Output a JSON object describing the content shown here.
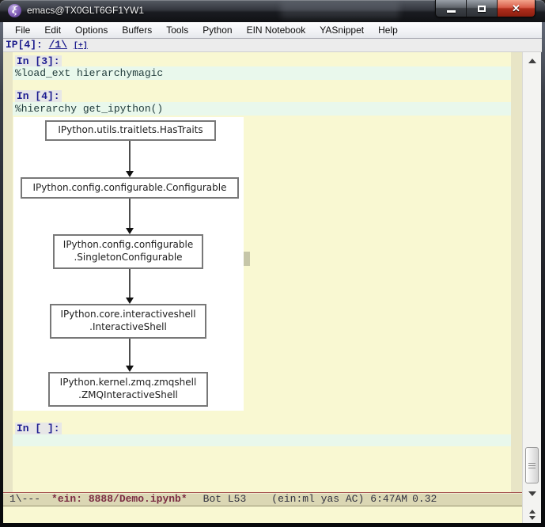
{
  "window": {
    "title": "emacs@TX0GLT6GF1YW1",
    "icons": {
      "app": "ξ",
      "close_glyph": "✕"
    }
  },
  "menu": {
    "items": [
      {
        "label": "File"
      },
      {
        "label": "Edit"
      },
      {
        "label": "Options"
      },
      {
        "label": "Buffers"
      },
      {
        "label": "Tools"
      },
      {
        "label": "Python"
      },
      {
        "label": "EIN Notebook"
      },
      {
        "label": "YASnippet"
      },
      {
        "label": "Help"
      }
    ]
  },
  "header_line": {
    "prompt": "IP[4]: ",
    "slide_link": "/1\\",
    "add_cell_link": "[+]"
  },
  "cells": [
    {
      "prompt": "In [3]:",
      "input": "%load_ext hierarchymagic"
    },
    {
      "prompt": "In [4]:",
      "input": "%hierarchy get_ipython()"
    },
    {
      "prompt": "In [ ]:",
      "input": ""
    }
  ],
  "diagram": {
    "kind": "class-hierarchy-graph",
    "nodes": [
      "IPython.utils.traitlets.HasTraits",
      "IPython.config.configurable.Configurable",
      "IPython.config.configurable\n.SingletonConfigurable",
      "IPython.core.interactiveshell\n.InteractiveShell",
      "IPython.kernel.zmq.zmqshell\n.ZMQInteractiveShell"
    ],
    "edges": [
      [
        0,
        1
      ],
      [
        1,
        2
      ],
      [
        2,
        3
      ],
      [
        3,
        4
      ]
    ]
  },
  "modeline": {
    "prefix": "1\\---",
    "buffer_name": "*ein: 8888/Demo.ipynb*",
    "position": "Bot L53",
    "minor_modes": "(ein:ml yas AC)",
    "time": "6:47AM",
    "load_average": "0.32"
  },
  "colors": {
    "buffer_bg": "#f9f8d2",
    "input_bg": "#e9f8ec",
    "prompt_fg": "#1c1c90",
    "modeline_bg": "#dbd7b4",
    "buffer_name_fg": "#7b2d43",
    "fringe": "#e8e5c6",
    "close_button": "#b02f1d"
  }
}
